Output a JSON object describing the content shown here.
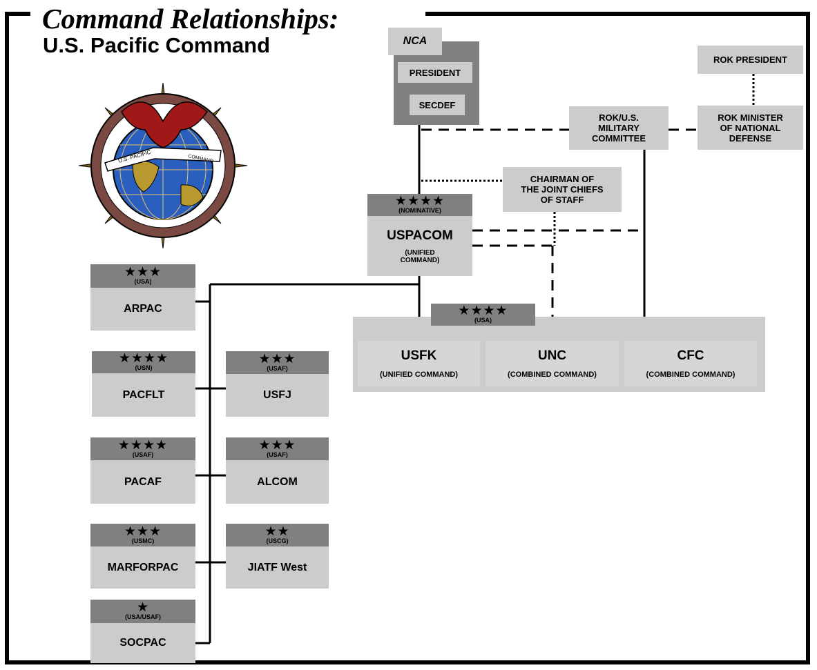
{
  "title": {
    "main": "Command Relationships:",
    "sub": "U.S. Pacific Command"
  },
  "emblem": {
    "banner_left": "U.S. PACIFIC",
    "banner_right": "COMMAND"
  },
  "nca": {
    "label": "NCA",
    "president": "PRESIDENT",
    "secdef": "SECDEF"
  },
  "rok": {
    "president": "ROK PRESIDENT",
    "military_committee": [
      "ROK/U.S.",
      "MILITARY",
      "COMMITTEE"
    ],
    "minister": [
      "ROK MINISTER",
      "OF NATIONAL",
      "DEFENSE"
    ]
  },
  "cjcs": [
    "CHAIRMAN OF",
    "THE JOINT CHIEFS",
    "OF STAFF"
  ],
  "uspacom": {
    "stars": "★★★★",
    "service": "(NOMINATIVE)",
    "name": "USPACOM",
    "type": [
      "(UNIFIED",
      "COMMAND)"
    ]
  },
  "korea": {
    "stars": "★★★★",
    "service": "(USA)",
    "commands": [
      {
        "name": "USFK",
        "type": "(UNIFIED COMMAND)"
      },
      {
        "name": "UNC",
        "type": "(COMBINED COMMAND)"
      },
      {
        "name": "CFC",
        "type": "(COMBINED COMMAND)"
      }
    ]
  },
  "components": [
    {
      "stars": "★★★",
      "service": "(USA)",
      "name": "ARPAC"
    },
    {
      "stars": "★★★★",
      "service": "(USN)",
      "name": "PACFLT"
    },
    {
      "stars": "★★★★",
      "service": "(USAF)",
      "name": "PACAF"
    },
    {
      "stars": "★★★",
      "service": "(USMC)",
      "name": "MARFORPAC"
    },
    {
      "stars": "★",
      "service": "(USA/USAF)",
      "name": "SOCPAC"
    }
  ],
  "subunified": [
    {
      "stars": "★★★",
      "service": "(USAF)",
      "name": "USFJ"
    },
    {
      "stars": "★★★",
      "service": "(USAF)",
      "name": "ALCOM"
    },
    {
      "stars": "★★",
      "service": "(USCG)",
      "name": "JIATF West"
    }
  ]
}
